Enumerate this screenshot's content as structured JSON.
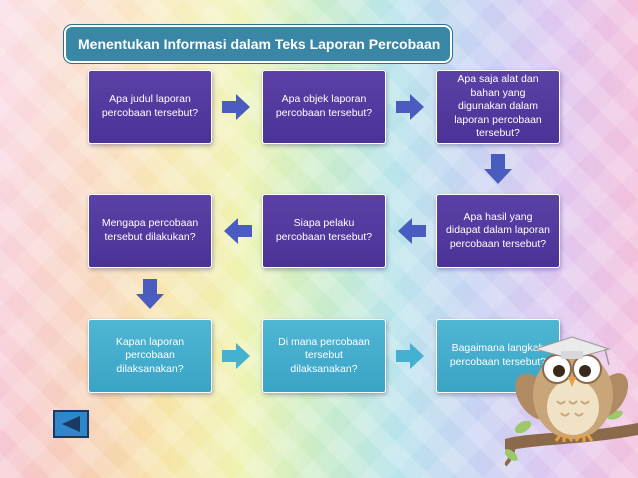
{
  "title": "Menentukan Informasi dalam Teks Laporan Percobaan",
  "boxes": {
    "b1": "Apa judul laporan percobaan tersebut?",
    "b2": "Apa objek laporan percobaan tersebut?",
    "b3": "Apa saja alat dan bahan yang digunakan dalam laporan percobaan tersebut?",
    "b4": "Apa hasil yang didapat dalam laporan percobaan tersebut?",
    "b5": "Siapa pelaku percobaan tersebut?",
    "b6": "Mengapa percobaan tersebut dilakukan?",
    "b7": "Kapan laporan percobaan dilaksanakan?",
    "b8": "Di mana percobaan tersebut dilaksanakan?",
    "b9": "Bagaimana langkah percobaan tersebut?"
  },
  "colors": {
    "box_purple": "#4f379c",
    "box_teal": "#45b0cf",
    "arrow": "#4a5cc0",
    "title_bg": "#3a86a5"
  }
}
